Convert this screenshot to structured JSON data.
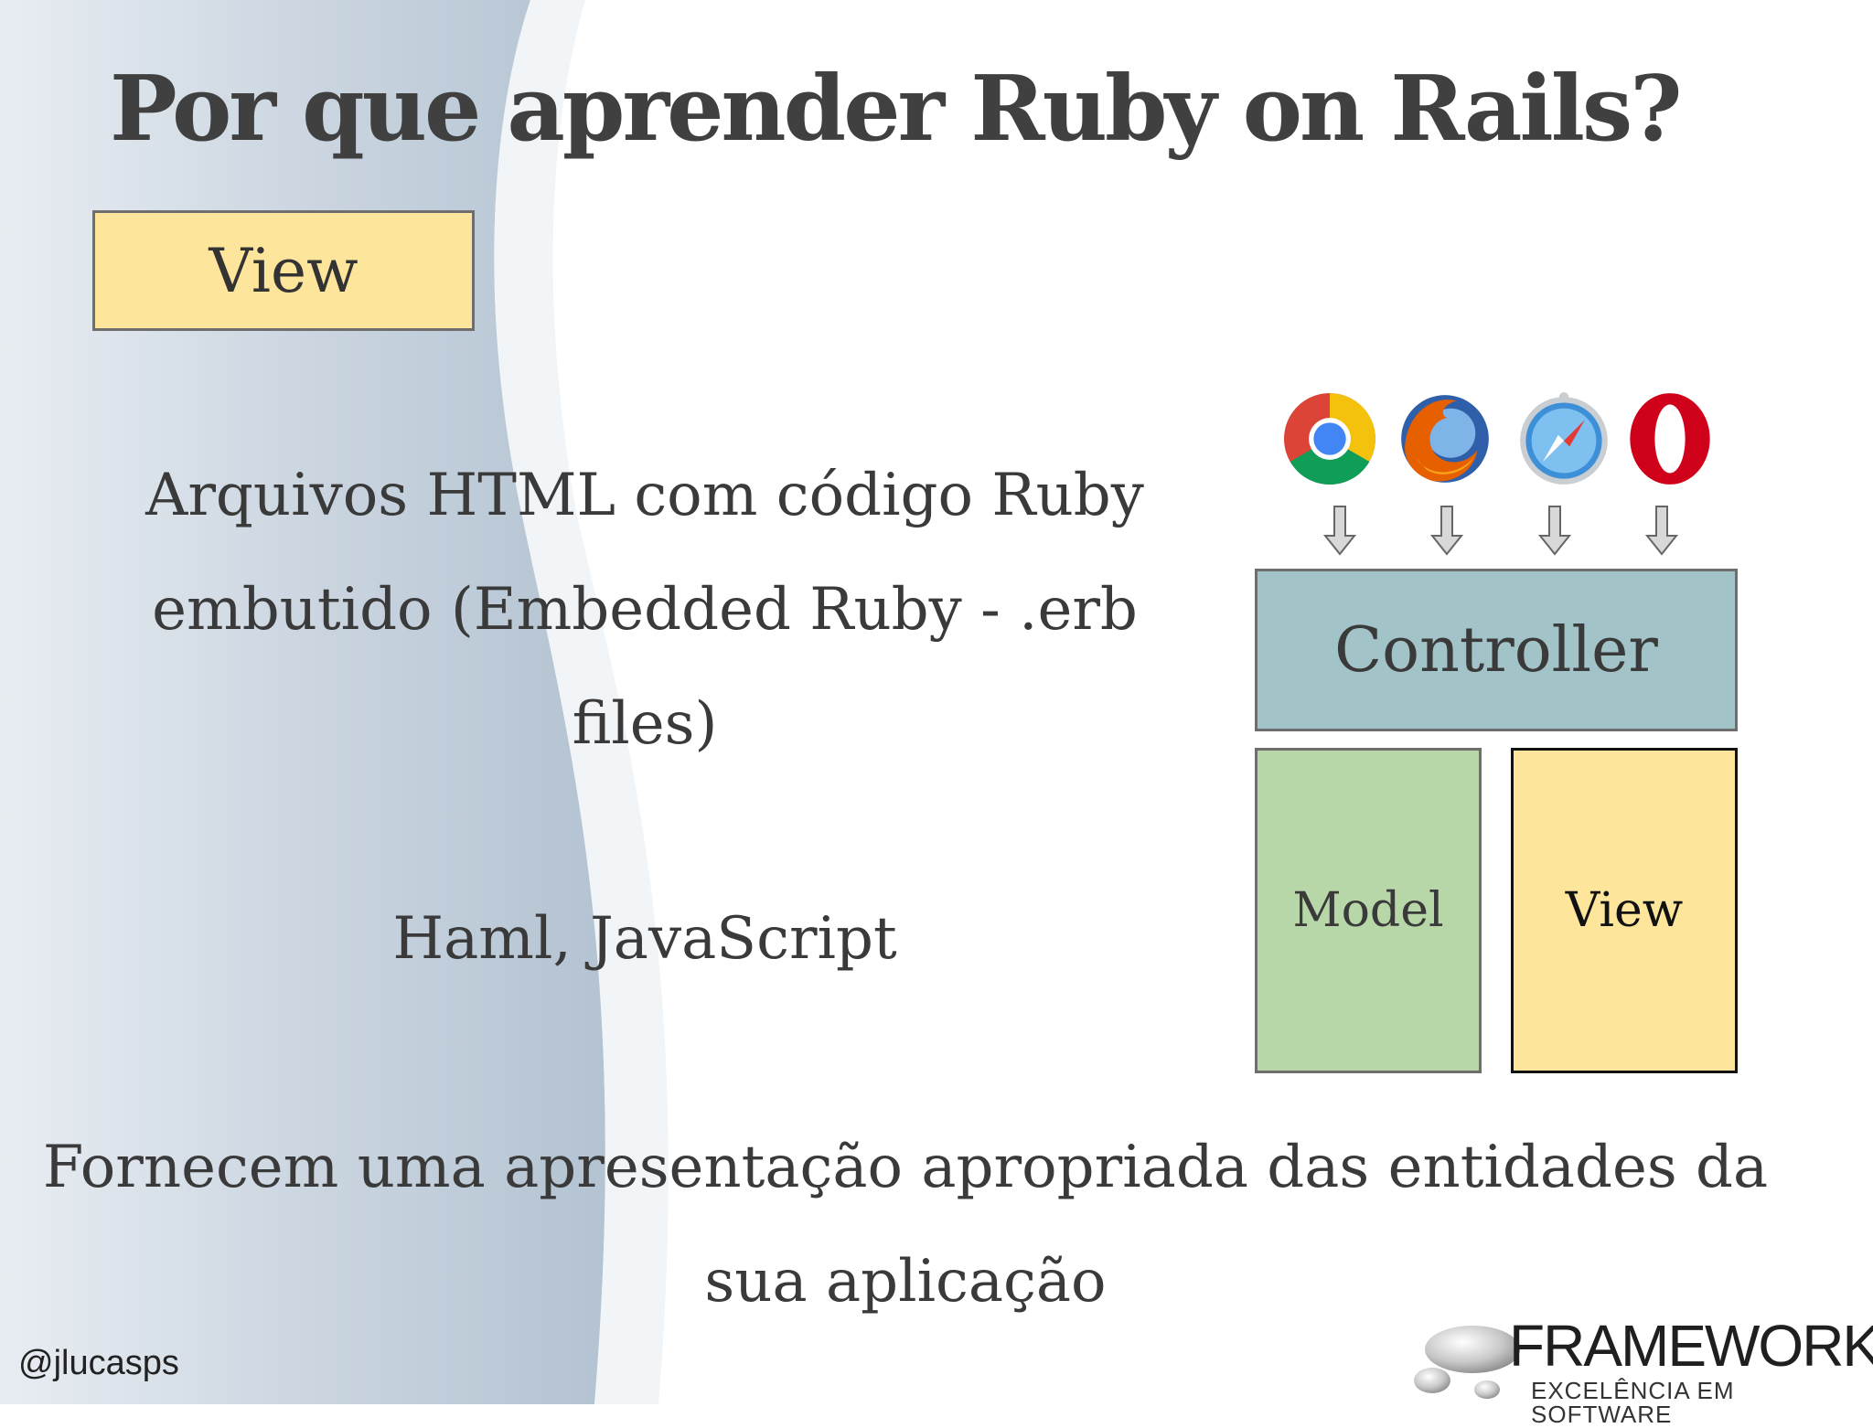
{
  "slide": {
    "title": "Por que aprender Ruby on Rails?",
    "section_label": "View",
    "paragraph1": "Arquivos HTML com código Ruby embutido (Embedded Ruby - .erb files)",
    "paragraph2": "Haml, JavaScript",
    "paragraph3": "Fornecem uma apresentação apropriada das entidades da sua aplicação",
    "author_handle": "@jlucasps"
  },
  "diagram": {
    "browsers": [
      {
        "icon": "chrome-icon"
      },
      {
        "icon": "firefox-icon"
      },
      {
        "icon": "safari-icon"
      },
      {
        "icon": "opera-icon"
      }
    ],
    "controller_label": "Controller",
    "model_label": "Model",
    "view_label": "View",
    "colors": {
      "view": "#fde59b",
      "controller": "#a2c4c9",
      "model": "#b7d7a8"
    }
  },
  "logo": {
    "name": "FRAMEWORK",
    "tagline": "EXCELÊNCIA EM SOFTWARE"
  }
}
